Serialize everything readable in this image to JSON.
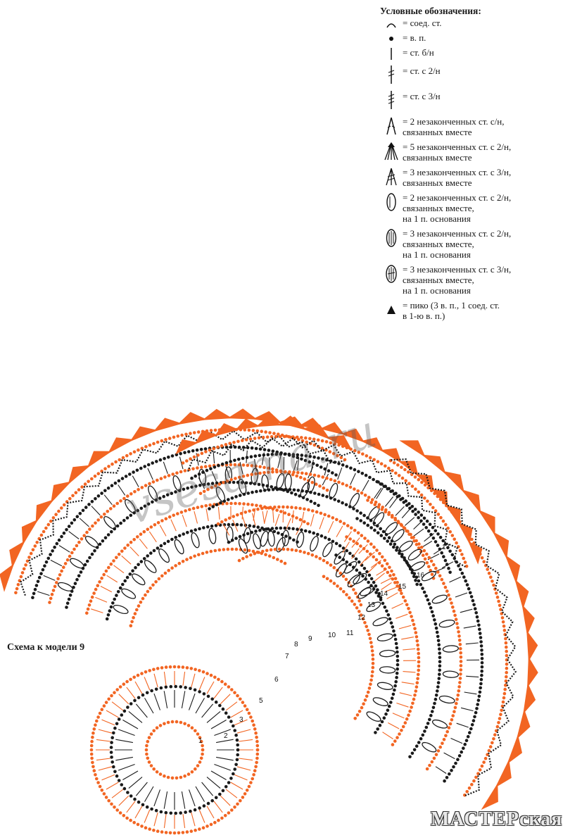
{
  "legend": {
    "title": "Условные обозначения:",
    "items": [
      {
        "icon": "slip-stitch-icon",
        "text": "= соед. ст."
      },
      {
        "icon": "chain-icon",
        "text": "= в. п."
      },
      {
        "icon": "single-crochet-icon",
        "text": "= ст. б/н"
      },
      {
        "icon": "double-treble-icon",
        "text": "= ст. с 2/н"
      },
      {
        "icon": "triple-treble-icon",
        "text": "= ст. с 3/н"
      },
      {
        "icon": "dc2tog-icon",
        "text": "= 2 незаконченных ст. с/н,\nсвязанных вместе"
      },
      {
        "icon": "dtr5tog-icon",
        "text": "= 5 незаконченных ст. с 2/н,\nсвязанных вместе"
      },
      {
        "icon": "trtr3tog-icon",
        "text": "= 3 незаконченных ст. с 3/н,\nсвязанных вместе"
      },
      {
        "icon": "dtr2-cluster-icon",
        "text": "= 2 незаконченных ст. с 2/н,\nсвязанных вместе,\nна 1 п. основания"
      },
      {
        "icon": "dtr3-cluster-icon",
        "text": "= 3 незаконченных ст. с 2/н,\nсвязанных вместе,\nна 1 п. основания"
      },
      {
        "icon": "trtr3-cluster-icon",
        "text": "= 3 незаконченных ст. с 3/н,\nсвязанных вместе,\nна 1 п. основания"
      },
      {
        "icon": "picot-icon",
        "text": "= пико (3 в. п., 1 соед. ст.\nв 1-ю в. п.)"
      }
    ]
  },
  "caption": "Схема к модели 9",
  "watermark": "МАСТЕРская",
  "site_watermark": "vsesama.ru",
  "row_numbers": [
    "1",
    "2",
    "3",
    "5",
    "6",
    "7",
    "8",
    "9",
    "10",
    "11",
    "12",
    "13",
    "14",
    "15",
    "16",
    "17"
  ],
  "colors": {
    "orange": "#f26522",
    "black": "#1a1a1a"
  }
}
